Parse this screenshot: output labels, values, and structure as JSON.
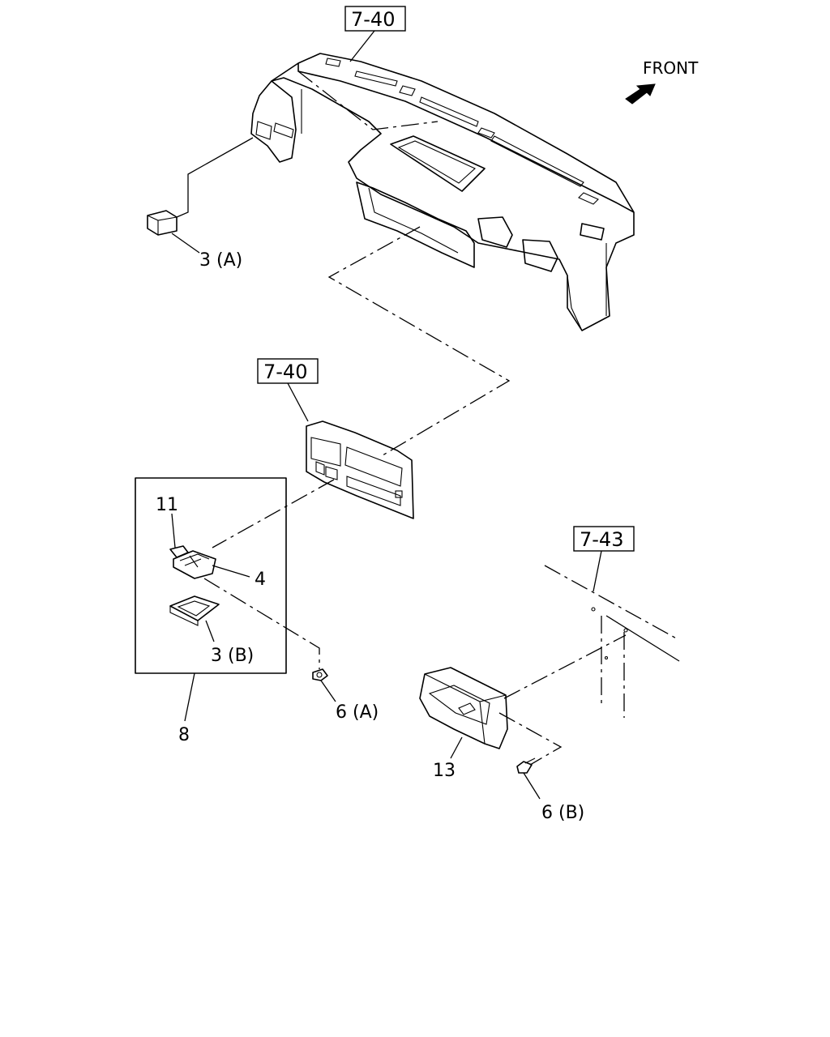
{
  "direction": {
    "label": "FRONT",
    "arrow_icon": "front-arrow-icon"
  },
  "references": [
    {
      "id": "ref-top",
      "label": "7-40"
    },
    {
      "id": "ref-mid",
      "label": "7-40"
    },
    {
      "id": "ref-right",
      "label": "7-43"
    }
  ],
  "callouts": {
    "c3a": "3 (A)",
    "c11": "11",
    "c4": "4",
    "c3b": "3 (B)",
    "c8": "8",
    "c6a": "6 (A)",
    "c13": "13",
    "c6b": "6 (B)"
  },
  "colors": {
    "line": "#000000",
    "background": "#ffffff"
  }
}
